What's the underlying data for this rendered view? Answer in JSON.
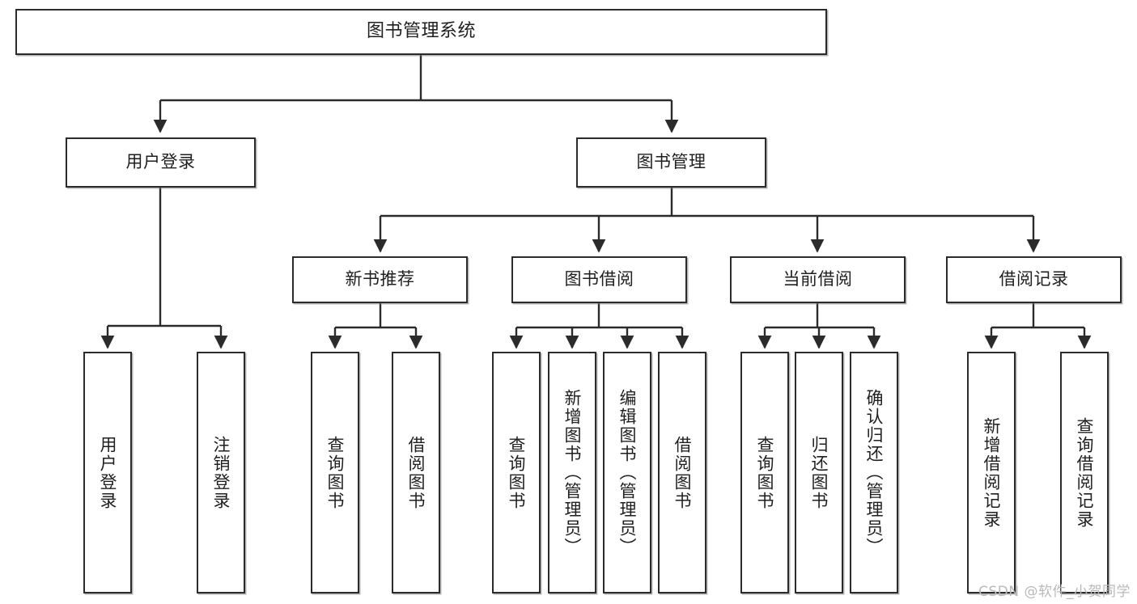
{
  "diagram": {
    "title": "图书管理系统",
    "type": "tree-hierarchy-diagram",
    "watermark": "CSDN @软件_小贺同学",
    "style": {
      "box_border_color": "#2b2b2b",
      "box_fill_color": "#ffffff",
      "edge_color": "#2b2b2b",
      "background_color": "#ffffff",
      "watermark_color": "#b9b9b9"
    },
    "root": {
      "label": "图书管理系统"
    },
    "level2": [
      {
        "label": "用户登录"
      },
      {
        "label": "图书管理"
      }
    ],
    "level3": [
      {
        "label": "新书推荐"
      },
      {
        "label": "图书借阅"
      },
      {
        "label": "当前借阅"
      },
      {
        "label": "借阅记录"
      }
    ],
    "leaves": {
      "user_login": [
        {
          "label": "用户登录"
        },
        {
          "label": "注销登录"
        }
      ],
      "new_book_recommend": [
        {
          "label": "查询图书"
        },
        {
          "label": "借阅图书"
        }
      ],
      "book_borrow": [
        {
          "label": "查询图书"
        },
        {
          "label": "新增图书（管理员）"
        },
        {
          "label": "编辑图书（管理员）"
        },
        {
          "label": "借阅图书"
        }
      ],
      "current_borrow": [
        {
          "label": "查询图书"
        },
        {
          "label": "归还图书"
        },
        {
          "label": "确认归还（管理员）"
        }
      ],
      "borrow_record": [
        {
          "label": "新增借阅记录"
        },
        {
          "label": "查询借阅记录"
        }
      ]
    }
  }
}
